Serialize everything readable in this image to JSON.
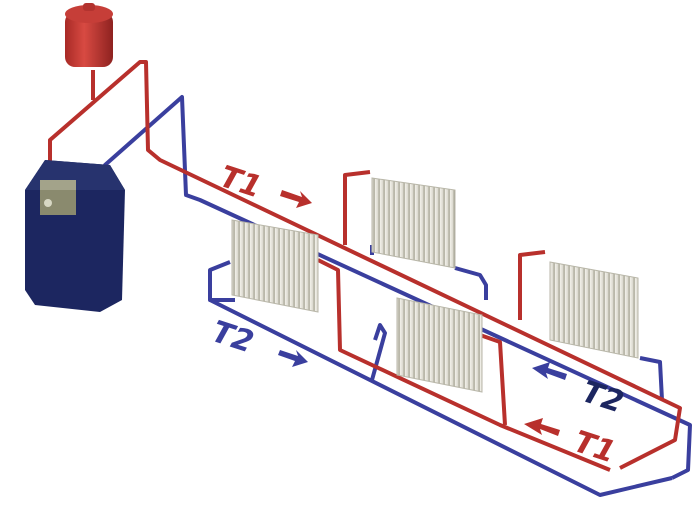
{
  "labels": {
    "supply_top": "T1",
    "return_left": "T2",
    "return_right": "T2",
    "supply_bottom": "T1"
  },
  "colors": {
    "supply": "#b8302c",
    "return": "#3a3f9e",
    "boiler": "#1c2660",
    "tank": "#c23a34",
    "radiator": "#e6e4d8"
  },
  "arrows": {
    "supply_top": "right",
    "return_left": "right",
    "return_right": "left",
    "supply_bottom": "left"
  }
}
